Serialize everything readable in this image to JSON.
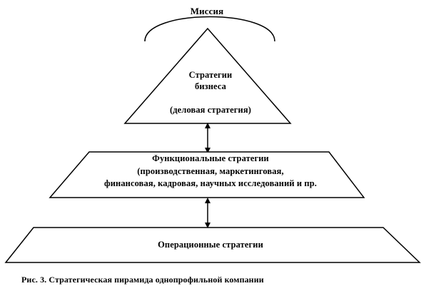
{
  "mission": "Миссия",
  "top_tier": {
    "line1": "Стратегии",
    "line2": "бизнеса",
    "line3": "(деловая стратегия)"
  },
  "middle_tier": {
    "line1": "Функциональные стратегии",
    "line2": "(производственная, маркетинговая,",
    "line3": "финансовая, кадровая, научных исследований и  пр."
  },
  "bottom_tier": {
    "line1": "Операционные стратегии"
  },
  "caption": "Рис. 3. Стратегическая пирамида однопрофильной  компании",
  "colors": {
    "stroke": "#000000",
    "background": "#ffffff"
  }
}
